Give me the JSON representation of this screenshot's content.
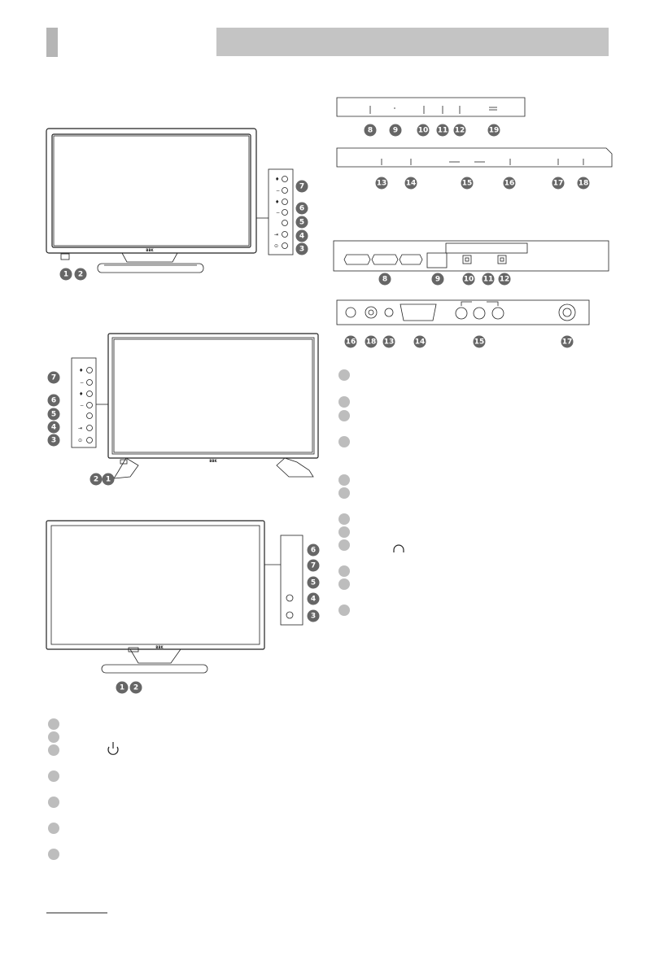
{
  "brand": "BBK",
  "front_labels": {
    "tv1": [
      "1",
      "2",
      "3",
      "4",
      "5",
      "6",
      "7"
    ],
    "tv2": [
      "1",
      "2",
      "3",
      "4",
      "5",
      "6",
      "7"
    ],
    "tv3": [
      "1",
      "2",
      "3",
      "4",
      "5",
      "6",
      "7"
    ]
  },
  "side_labels": [
    "8",
    "9",
    "10",
    "11",
    "12",
    "19",
    "13",
    "14",
    "15",
    "16",
    "17",
    "18"
  ],
  "panel_labels": [
    "8",
    "9",
    "10",
    "11",
    "12",
    "16",
    "18",
    "13",
    "14",
    "15",
    "17"
  ]
}
